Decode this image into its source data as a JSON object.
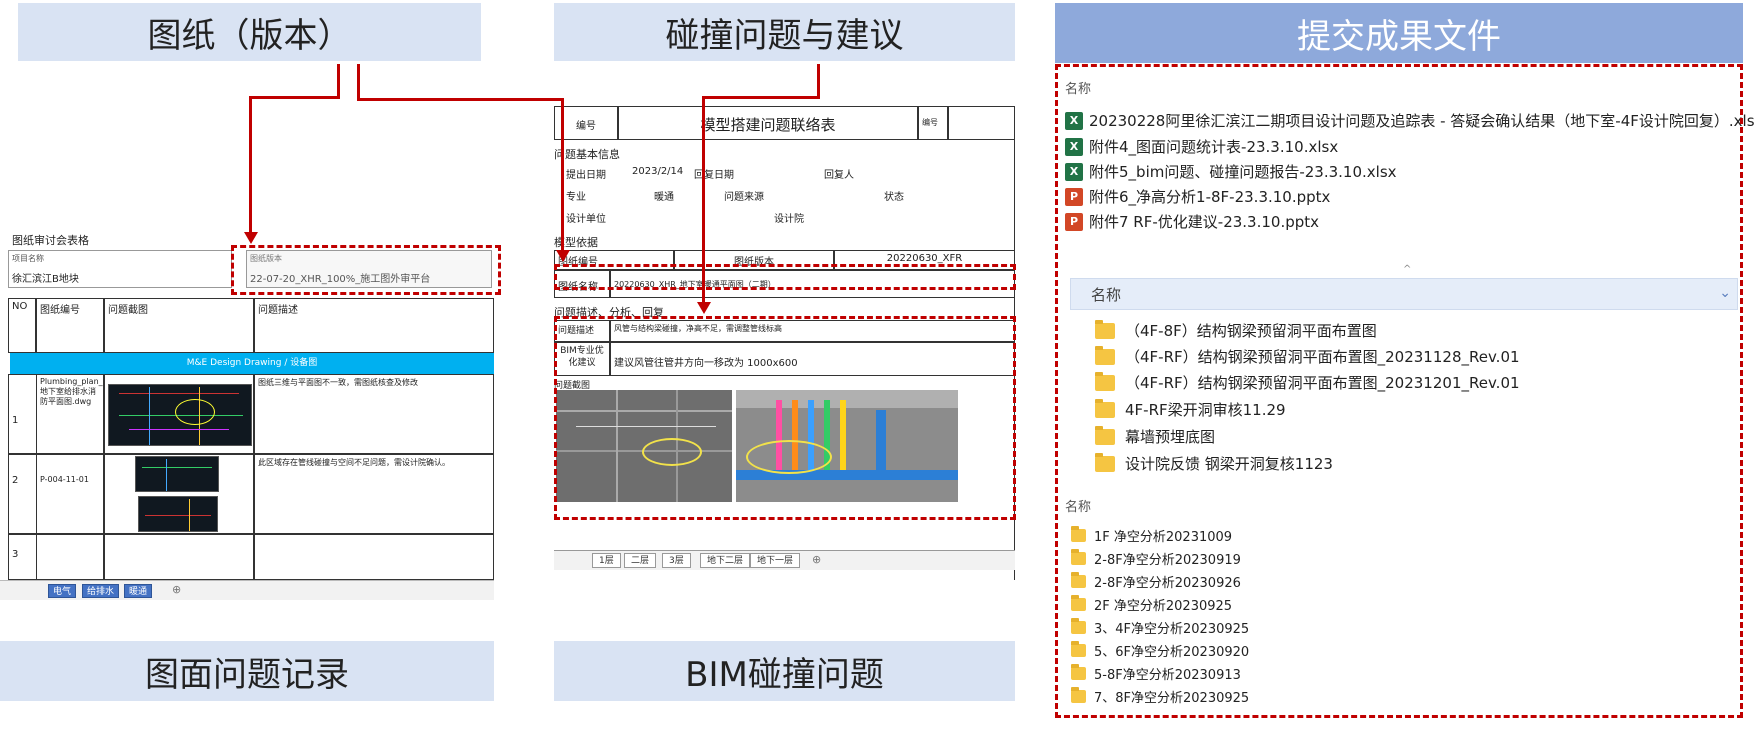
{
  "banners": {
    "drawing_version": "图纸（版本）",
    "clash_issues_suggestions": "碰撞问题与建议",
    "submitted_files": "提交成果文件",
    "drawing_issue_record": "图面问题记录",
    "bim_clash_issues": "BIM碰撞问题"
  },
  "colors": {
    "banner_fill": "#d9e3f3",
    "banner_dark": "#8ea9db",
    "highlight_red": "#c00000",
    "band_cyan": "#00b0f0"
  },
  "drawing_sheet": {
    "title": "图纸审讨会表格",
    "project_label": "项目名称",
    "project_value": "徐汇滨江B地块",
    "version_label": "图纸版本",
    "version_value": "22-07-20_XHR_100%_施工图外审平台",
    "headers": [
      "NO",
      "图纸编号",
      "问题截图",
      "问题描述"
    ],
    "band_label": "M&E Design Drawing / 设备图",
    "rows": [
      {
        "no": "1",
        "code": "Plumbing_plan_地下室给排水消防平面图.dwg",
        "desc": "图纸三维与平面图不一致，需图纸核查及修改"
      },
      {
        "no": "2",
        "code": "P-004-11-01",
        "desc": "此区域存在管线碰撞与空间不足问题，需设计院确认。"
      },
      {
        "no": "3",
        "code": "",
        "desc": ""
      }
    ],
    "tabs": [
      "电气",
      "给排水",
      "暖通"
    ]
  },
  "clash_form": {
    "code_label": "编号",
    "title": "模型搭建问题联络表",
    "no_label": "编号",
    "section_basic": "问题基本信息",
    "date_label": "提出日期",
    "date_value": "2023/2/14",
    "reply_date_label": "回复日期",
    "reply_label": "回复人",
    "discipline_label": "专业",
    "discipline_value": "暖通",
    "source_label": "问题来源",
    "status_label": "状态",
    "design_label": "设计单位",
    "design_value": "设计院",
    "section_model": "模型依据",
    "drawing_no_label": "图纸编号",
    "drawing_ver_label": "图纸版本",
    "drawing_ver_value": "20220630_XFR",
    "drawing_name_label": "图纸名称",
    "drawing_name_value": "20220630_XHR_地下室暖通平面图（二期）",
    "section_desc": "问题描述、分析、回复",
    "issue_label": "问题描述",
    "issue_value": "风管与结构梁碰撞，净高不足，需调整管线标高",
    "bim_label": "BIM专业优化建议",
    "bim_value": "建议风管往管井方向一移改为 1000x600",
    "screenshot_label": "问题截图",
    "tabs": [
      "1层",
      "二层",
      "3层",
      "地下二层",
      "地下一层"
    ]
  },
  "submitted": {
    "name_header": "名称",
    "files": [
      {
        "type": "xls",
        "name": "20230228阿里徐汇滨江二期项目设计问题及追踪表 - 答疑会确认结果（地下室-4F设计院回复）.xls"
      },
      {
        "type": "xls",
        "name": "附件4_图面问题统计表-23.3.10.xlsx"
      },
      {
        "type": "xls",
        "name": "附件5_bim问题、碰撞问题报告-23.3.10.xlsx"
      },
      {
        "type": "ppt",
        "name": "附件6_净高分析1-8F-23.3.10.pptx"
      },
      {
        "type": "ppt",
        "name": "附件7 RF-优化建议-23.3.10.pptx"
      }
    ],
    "folder_header": "名称",
    "folders": [
      "（4F-8F）结构钢梁预留洞平面布置图",
      "（4F-RF）结构钢梁预留洞平面布置图_20231128_Rev.01",
      "（4F-RF）结构钢梁预留洞平面布置图_20231201_Rev.01",
      "4F-RF梁开洞审核11.29",
      "幕墙预埋底图",
      "设计院反馈 钢梁开洞复核1123"
    ],
    "folder2_header": "名称",
    "folders2": [
      "1F 净空分析20231009",
      "2-8F净空分析20230919",
      "2-8F净空分析20230926",
      "2F 净空分析20230925",
      "3、4F净空分析20230925",
      "5、6F净空分析20230920",
      "5-8F净空分析20230913",
      "7、8F净空分析20230925"
    ]
  }
}
